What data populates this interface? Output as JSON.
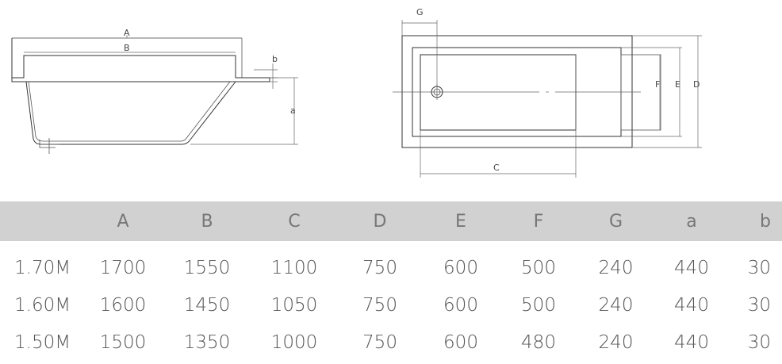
{
  "side_view": {
    "labels": {
      "A": "A",
      "B": "B",
      "b": "b",
      "a": "a"
    }
  },
  "top_view": {
    "labels": {
      "G": "G",
      "F": "F",
      "E": "E",
      "D": "D",
      "C": "C"
    }
  },
  "table": {
    "headers": [
      "",
      "A",
      "B",
      "C",
      "D",
      "E",
      "F",
      "G",
      "a",
      "b"
    ],
    "rows": [
      [
        "1.70M",
        "1700",
        "1550",
        "1100",
        "750",
        "600",
        "500",
        "240",
        "440",
        "30"
      ],
      [
        "1.60M",
        "1600",
        "1450",
        "1050",
        "750",
        "600",
        "500",
        "240",
        "440",
        "30"
      ],
      [
        "1.50M",
        "1500",
        "1350",
        "1000",
        "750",
        "600",
        "480",
        "240",
        "440",
        "30"
      ]
    ]
  }
}
